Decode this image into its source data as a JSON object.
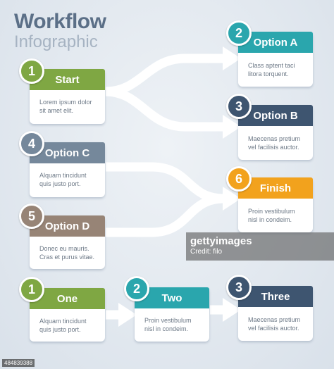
{
  "title": "Workflow",
  "subtitle": "Infographic",
  "nodes": {
    "start": {
      "number": "1",
      "label": "Start",
      "text1": "Lorem ipsum dolor",
      "text2": "sit amet elit."
    },
    "optA": {
      "number": "2",
      "label": "Option A",
      "text1": "Class aptent taci",
      "text2": "litora torquent."
    },
    "optB": {
      "number": "3",
      "label": "Option B",
      "text1": "Maecenas pretium",
      "text2": "vel facilisis auctor."
    },
    "optC": {
      "number": "4",
      "label": "Option C",
      "text1": "Alquam tincidunt",
      "text2": "quis justo port."
    },
    "optD": {
      "number": "5",
      "label": "Option D",
      "text1": "Donec eu mauris.",
      "text2": "Cras et purus vitae."
    },
    "finish": {
      "number": "6",
      "label": "Finish",
      "text1": "Proin vestibulum",
      "text2": "nisl in condeim."
    },
    "one": {
      "number": "1",
      "label": "One",
      "text1": "Alquam tincidunt",
      "text2": "quis justo port."
    },
    "two": {
      "number": "2",
      "label": "Two",
      "text1": "Proin vestibulum",
      "text2": "nisl in condeim."
    },
    "three": {
      "number": "3",
      "label": "Three",
      "text1": "Maecenas pretium",
      "text2": "vel facilisis auctor."
    }
  },
  "colors": {
    "green": "#7fa743",
    "teal": "#2aa6ad",
    "navy": "#3e5570",
    "slate": "#75889b",
    "brown": "#978476",
    "orange": "#f2a21d"
  },
  "watermark": {
    "logo": "gettyimages",
    "credit": "Credit: filo",
    "stock_id": "484839388"
  }
}
